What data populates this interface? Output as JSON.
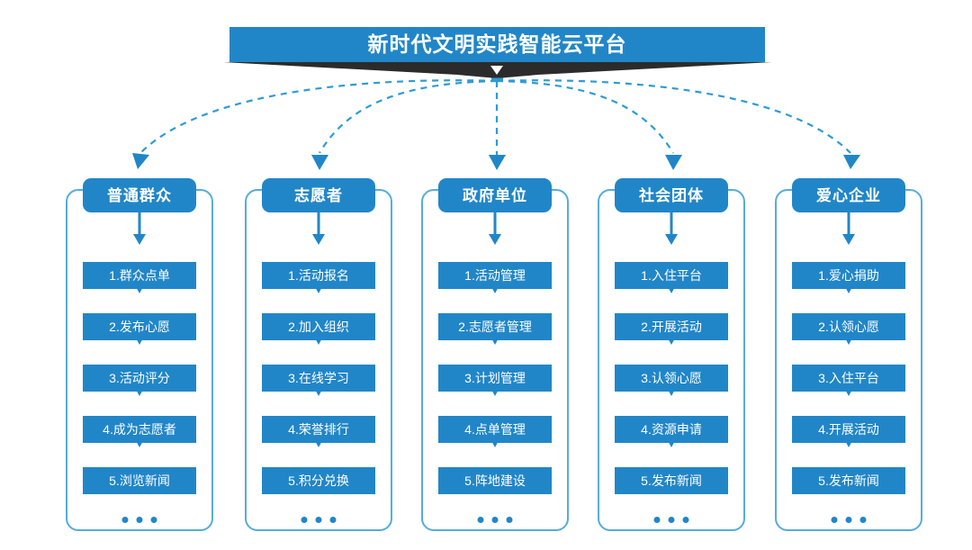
{
  "title": {
    "text": "新时代文明实践智能云平台",
    "banner_color": "#2186C8",
    "shadow_color": "#2B2B2B",
    "arrow_icon": "down-arrow-icon"
  },
  "theme": {
    "primary": "#2186C8",
    "border": "#56ACDC",
    "connector": "#2E9BD6",
    "text_on_primary": "#FFFFFF",
    "background": "#FFFFFF"
  },
  "connectors": {
    "style": "dashed-curved-arrow",
    "origin_label": "platform-hub",
    "count": 5
  },
  "columns": [
    {
      "id": "ordinary-public",
      "header": "普通群众",
      "items": [
        "1.群众点单",
        "2.发布心愿",
        "3.活动评分",
        "4.成为志愿者",
        "5.浏览新闻"
      ],
      "more": "..."
    },
    {
      "id": "volunteer",
      "header": "志愿者",
      "items": [
        "1.活动报名",
        "2.加入组织",
        "3.在线学习",
        "4.荣誉排行",
        "5.积分兑换"
      ],
      "more": "..."
    },
    {
      "id": "government-unit",
      "header": "政府单位",
      "items": [
        "1.活动管理",
        "2.志愿者管理",
        "3.计划管理",
        "4.点单管理",
        "5.阵地建设"
      ],
      "more": "..."
    },
    {
      "id": "social-group",
      "header": "社会团体",
      "items": [
        "1.入住平台",
        "2.开展活动",
        "3.认领心愿",
        "4.资源申请",
        "5.发布新闻"
      ],
      "more": "..."
    },
    {
      "id": "charity-enterprise",
      "header": "爱心企业",
      "items": [
        "1.爱心捐助",
        "2.认领心愿",
        "3.入住平台",
        "4.开展活动",
        "5.发布新闻"
      ],
      "more": "..."
    }
  ]
}
